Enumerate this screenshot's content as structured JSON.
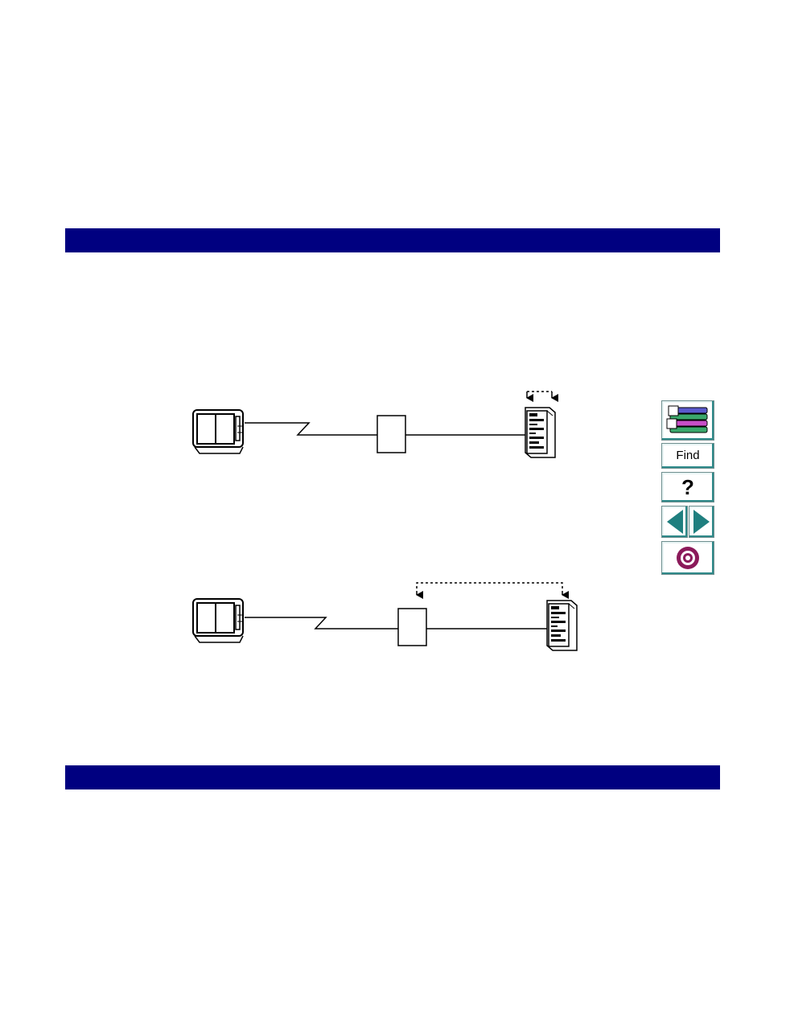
{
  "colors": {
    "rule_bar": "#000080",
    "nav_accent": "#2f8a8a",
    "exit_icon": "#8b1a5a"
  },
  "navigation": {
    "library": {
      "icon": "books-icon"
    },
    "find": {
      "label": "Find",
      "icon": ""
    },
    "help": {
      "label": "?",
      "icon": "question-icon"
    },
    "previous": {
      "icon": "left-arrow-icon"
    },
    "next": {
      "icon": "right-arrow-icon"
    },
    "exit": {
      "icon": "target-icon"
    }
  },
  "diagram": {
    "rows": [
      {
        "client": "client-terminal",
        "link": "wan-link",
        "middle": "proxy-box",
        "server": "server-tower",
        "monitor": "dotted-arrows-on-server"
      },
      {
        "client": "client-terminal",
        "link": "wan-link",
        "middle": "proxy-box",
        "server": "server-tower",
        "monitor": "dotted-arrow-box-to-server"
      }
    ]
  }
}
